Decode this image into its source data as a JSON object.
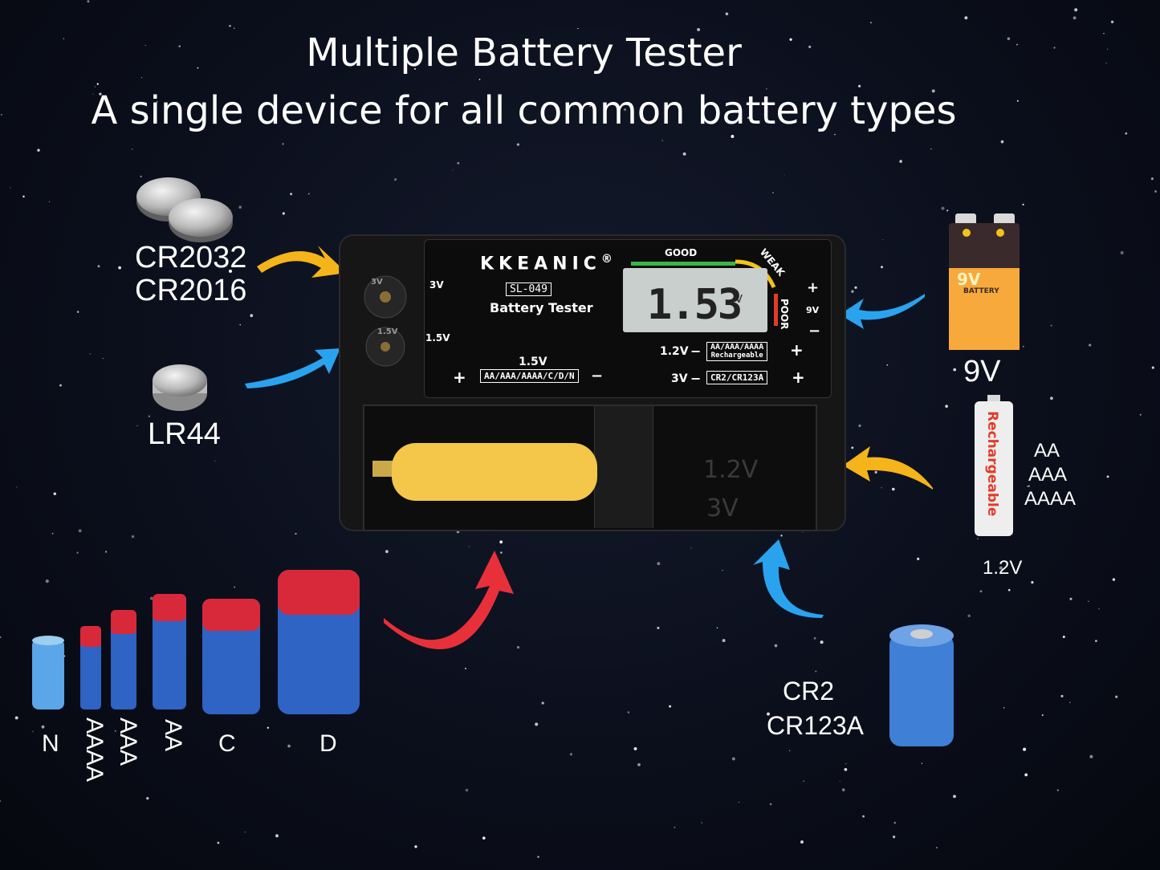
{
  "heading": {
    "title": "Multiple Battery Tester",
    "subtitle": "A single device for all common battery types"
  },
  "coin_labels": {
    "cr2032": "CR2032",
    "cr2016": "CR2016",
    "lr44": "LR44"
  },
  "device": {
    "brand": "KKEANIC",
    "trademark": "®",
    "model": "SL-049",
    "name": "Battery Tester",
    "coin_3v": "3V",
    "coin_15v": "1.5V",
    "slot_3v": "3V",
    "slot_15v": "1.5V",
    "scale_good": "GOOD",
    "scale_weak": "WEAK",
    "scale_poor": "POOR",
    "lcd_reading": "1.53",
    "lcd_unit": "V",
    "plus": "+",
    "minus": "−",
    "label_9v": "9V",
    "label_12v": "1.2V",
    "label_3v_bottom": "3V",
    "label_15v_bottom": "1.5V",
    "box_rechargeable_line1": "AA/AAA/AAAA",
    "box_rechargeable_line2": "Rechargeable",
    "box_cr": "CR2/CR123A",
    "box_cylinder": "AA/AAA/AAAA/C/D/N",
    "tray_12v": "1.2V",
    "tray_3v": "3V"
  },
  "right_labels": {
    "battery_9v_print": "9V",
    "battery_9v_text": "BATTERY",
    "label_9v": "9V",
    "rechargeable_print": "Rechargeable",
    "aa": "AA",
    "aaa": "AAA",
    "aaaa": "AAAA",
    "voltage_12v": "1.2V",
    "cr2": "CR2",
    "cr123a": "CR123A"
  },
  "cylinder_labels": {
    "n": "N",
    "aaaa": "AAAA",
    "aaa": "AAA",
    "aa": "AA",
    "c": "C",
    "d": "D"
  },
  "colors": {
    "battery_red": "#d8293a",
    "battery_blue": "#2f63c4",
    "arrow_yellow": "#f5b41a",
    "arrow_blue": "#2aa3ef",
    "arrow_red": "#e8303a",
    "good_green": "#3ab54a",
    "weak_yellow": "#f0c419",
    "poor_red": "#e23b2a"
  }
}
